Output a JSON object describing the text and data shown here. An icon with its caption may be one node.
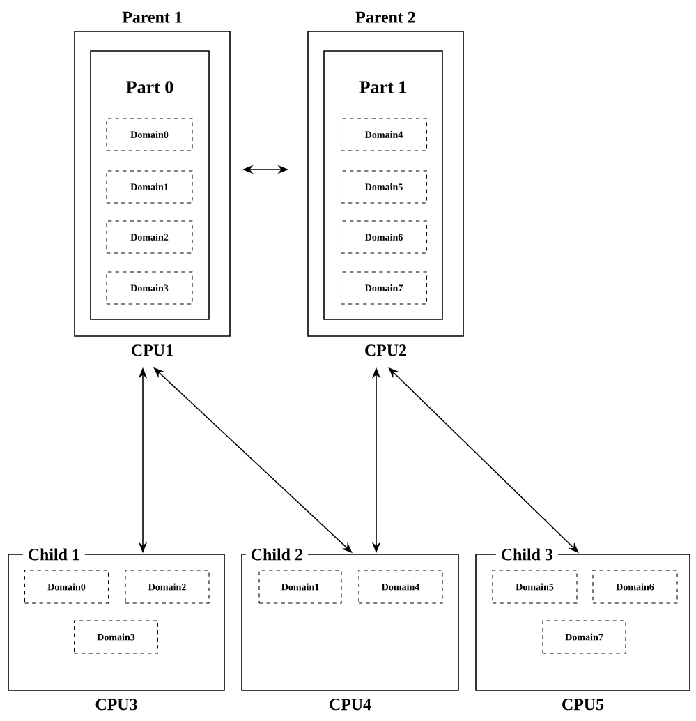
{
  "diagram": {
    "nodes": [
      {
        "text": [
          "Parent 1"
        ],
        "beside": [
          "CPU1"
        ]
      },
      {
        "text": [
          "Part 0"
        ],
        "in": 0
      },
      {
        "text": [
          "Domain0"
        ],
        "in": 1
      },
      {
        "text": [
          "Domain1"
        ],
        "in": 1
      },
      {
        "text": [
          "Domain2"
        ],
        "in": 1
      },
      {
        "text": [
          "Domain3"
        ],
        "in": 1
      },
      {
        "text": [
          "Parent 2"
        ],
        "beside": [
          "CPU2"
        ]
      },
      {
        "text": [
          "Part 1"
        ],
        "in": 6
      },
      {
        "text": [
          "Domain4"
        ],
        "in": 7
      },
      {
        "text": [
          "Domain5"
        ],
        "in": 7
      },
      {
        "text": [
          "Domain6"
        ],
        "in": 7
      },
      {
        "text": [
          "Domain7"
        ],
        "in": 7
      },
      {
        "text": [
          "Child 1"
        ],
        "beside": [
          "CPU3"
        ]
      },
      {
        "text": [
          "Domain0"
        ],
        "in": 12
      },
      {
        "text": [
          "Domain2"
        ],
        "in": 12
      },
      {
        "text": [
          "Domain3"
        ],
        "in": 12
      },
      {
        "text": [
          "Child 2"
        ],
        "beside": [
          "CPU4"
        ]
      },
      {
        "text": [
          "Domain1"
        ],
        "in": 16
      },
      {
        "text": [
          "Domain4"
        ],
        "in": 16
      },
      {
        "text": [
          "Child 3"
        ],
        "beside": [
          "CPU5"
        ]
      },
      {
        "text": [
          "Domain5"
        ],
        "in": 19
      },
      {
        "text": [
          "Domain6"
        ],
        "in": 19
      },
      {
        "text": [
          "Domain7"
        ],
        "in": 19
      }
    ],
    "edges": [
      {
        "from": 0,
        "to": 6,
        "arrow": "both"
      },
      {
        "from": 0,
        "to": 12,
        "arrow": "both"
      },
      {
        "from": 0,
        "to": 16,
        "arrow": "both"
      },
      {
        "from": 6,
        "to": 16,
        "arrow": "both"
      },
      {
        "from": 6,
        "to": 19,
        "arrow": "both"
      }
    ]
  }
}
